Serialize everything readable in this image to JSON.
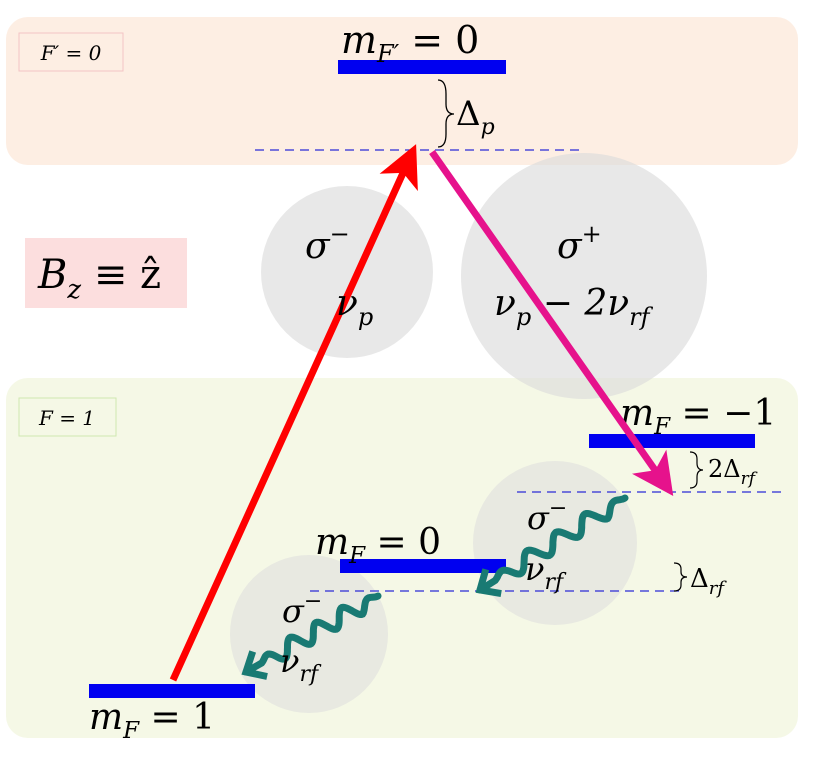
{
  "manifolds": {
    "excited": {
      "label": "F′ = 0",
      "fill": "#fdeee3",
      "label_border": "#f3c4c4"
    },
    "ground": {
      "label": "F = 1",
      "fill": "#f5f8e6",
      "label_border": "#cfe8b0"
    }
  },
  "field_label": {
    "text": "B",
    "subscript": "z",
    "rest": " ≡ ẑ",
    "fill": "#fcdede"
  },
  "levels": {
    "excited_m0": {
      "base": "m",
      "sub": "F′",
      "rest": " = 0"
    },
    "ground_m_minus1": {
      "base": "m",
      "sub": "F",
      "rest": " = −1"
    },
    "ground_m0": {
      "base": "m",
      "sub": "F",
      "rest": " = 0"
    },
    "ground_m1": {
      "base": "m",
      "sub": "F",
      "rest": " = 1"
    }
  },
  "detunings": {
    "probe": {
      "symbol": "Δ",
      "sub": "p"
    },
    "rf_double": {
      "prefix": "2",
      "symbol": "Δ",
      "sub": "rf"
    },
    "rf_single": {
      "symbol": "Δ",
      "sub": "rf"
    }
  },
  "transitions": {
    "probe_up": {
      "pol": "σ",
      "pol_sup": "−",
      "freq": "ν",
      "freq_sub": "p",
      "color": "#ff0000"
    },
    "probe_down": {
      "pol": "σ",
      "pol_sup": "+",
      "freq_main": "ν",
      "freq_sub": "p",
      "freq_rest": " − 2ν",
      "freq_rest_sub": "rf",
      "color": "#e6128c"
    },
    "rf_upper": {
      "pol": "σ",
      "pol_sup": "−",
      "freq": "ν",
      "freq_sub": "rf",
      "color": "#197a73"
    },
    "rf_lower": {
      "pol": "σ",
      "pol_sup": "−",
      "freq": "ν",
      "freq_sub": "rf",
      "color": "#197a73"
    }
  },
  "colors": {
    "level": "#0000f0",
    "dashed": "#2b2bd6",
    "circle": "#dcdcdc"
  }
}
